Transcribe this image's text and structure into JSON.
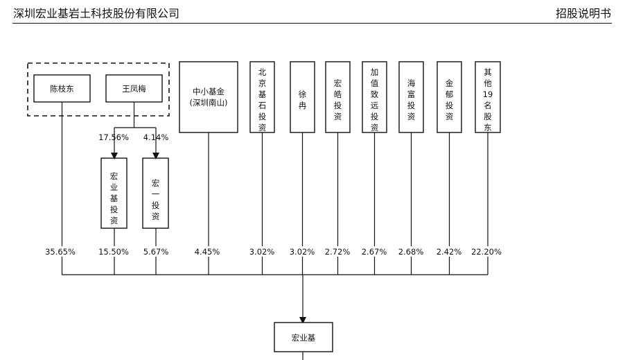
{
  "header": {
    "company": "深圳宏业基岩土科技股份有限公司",
    "doc": "招股说明书"
  },
  "nodes": {
    "chen": "陈枝东",
    "wang": "王凤梅",
    "hyj_inv": "宏业基投资",
    "hy_inv": "宏一投资",
    "zxjj": [
      "中小基金",
      "(深圳南山)"
    ],
    "bjjs": "北京基石投资",
    "xuran": "徐冉",
    "hhtz": "宏皓投资",
    "jzzy": "加值致远投资",
    "hftz": "海富投资",
    "jytz": "金郁投资",
    "others": "其他19名股东",
    "target": "宏业基"
  },
  "percents": {
    "wang_to_hyj": "17.56%",
    "wang_to_hy": "4.14%",
    "chen": "35.65%",
    "hyj_inv": "15.50%",
    "hy_inv": "5.67%",
    "zxjj": "4.45%",
    "bjjs": "3.02%",
    "xuran": "3.02%",
    "hhtz": "2.72%",
    "jzzy": "2.67%",
    "hftz": "2.68%",
    "jytz": "2.42%",
    "others": "22.20%"
  }
}
